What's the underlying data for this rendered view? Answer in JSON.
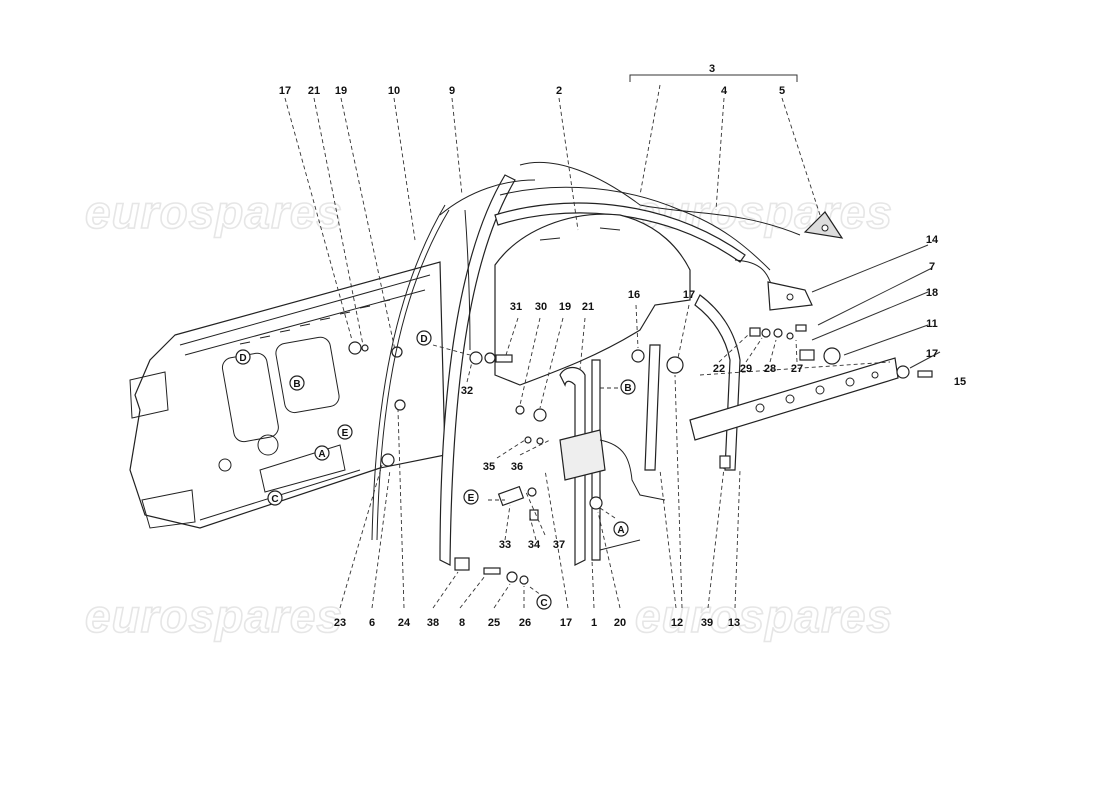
{
  "watermarks": [
    "eurospares",
    "eurospares",
    "eurospares",
    "eurospares"
  ],
  "callouts": [
    {
      "id": "c17a",
      "text": "17"
    },
    {
      "id": "c21a",
      "text": "21"
    },
    {
      "id": "c19a",
      "text": "19"
    },
    {
      "id": "c10",
      "text": "10"
    },
    {
      "id": "c9",
      "text": "9"
    },
    {
      "id": "c2",
      "text": "2"
    },
    {
      "id": "c3",
      "text": "3"
    },
    {
      "id": "c4",
      "text": "4"
    },
    {
      "id": "c5",
      "text": "5"
    },
    {
      "id": "c14",
      "text": "14"
    },
    {
      "id": "c7",
      "text": "7"
    },
    {
      "id": "c18",
      "text": "18"
    },
    {
      "id": "c11",
      "text": "11"
    },
    {
      "id": "c17d",
      "text": "17"
    },
    {
      "id": "c15",
      "text": "15"
    },
    {
      "id": "c16",
      "text": "16"
    },
    {
      "id": "c17b",
      "text": "17"
    },
    {
      "id": "c31",
      "text": "31"
    },
    {
      "id": "c30",
      "text": "30"
    },
    {
      "id": "c19b",
      "text": "19"
    },
    {
      "id": "c21b",
      "text": "21"
    },
    {
      "id": "c32",
      "text": "32"
    },
    {
      "id": "c22",
      "text": "22"
    },
    {
      "id": "c29",
      "text": "29"
    },
    {
      "id": "c28",
      "text": "28"
    },
    {
      "id": "c27",
      "text": "27"
    },
    {
      "id": "c35",
      "text": "35"
    },
    {
      "id": "c36",
      "text": "36"
    },
    {
      "id": "c33",
      "text": "33"
    },
    {
      "id": "c34",
      "text": "34"
    },
    {
      "id": "c37",
      "text": "37"
    },
    {
      "id": "c23",
      "text": "23"
    },
    {
      "id": "c6",
      "text": "6"
    },
    {
      "id": "c24",
      "text": "24"
    },
    {
      "id": "c38",
      "text": "38"
    },
    {
      "id": "c8",
      "text": "8"
    },
    {
      "id": "c25",
      "text": "25"
    },
    {
      "id": "c26",
      "text": "26"
    },
    {
      "id": "c17c",
      "text": "17"
    },
    {
      "id": "c1",
      "text": "1"
    },
    {
      "id": "c20",
      "text": "20"
    },
    {
      "id": "c12",
      "text": "12"
    },
    {
      "id": "c39",
      "text": "39"
    },
    {
      "id": "c13",
      "text": "13"
    }
  ],
  "refs": [
    {
      "id": "rD1",
      "text": "D"
    },
    {
      "id": "rB1",
      "text": "B"
    },
    {
      "id": "rE1",
      "text": "E"
    },
    {
      "id": "rA1",
      "text": "A"
    },
    {
      "id": "rC1",
      "text": "C"
    },
    {
      "id": "rD2",
      "text": "D"
    },
    {
      "id": "rB2",
      "text": "B"
    },
    {
      "id": "rE2",
      "text": "E"
    },
    {
      "id": "rA2",
      "text": "A"
    },
    {
      "id": "rC2",
      "text": "C"
    }
  ]
}
